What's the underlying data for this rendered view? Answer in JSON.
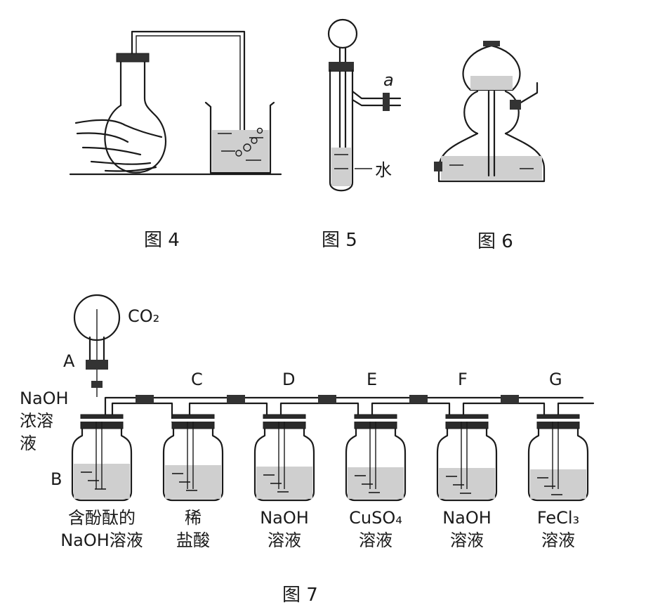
{
  "figures": {
    "fig4": {
      "caption": "图 4"
    },
    "fig5": {
      "caption": "图 5",
      "label_a": "a",
      "label_water": "水"
    },
    "fig6": {
      "caption": "图 6"
    },
    "fig7": {
      "caption": "图 7",
      "co2": "CO₂",
      "label_A": "A",
      "label_B": "B",
      "naoh_conc": [
        "NaOH",
        "浓溶",
        "液"
      ],
      "bottles": [
        {
          "letter": "",
          "line1": "含酚酞的",
          "line2": "NaOH溶液"
        },
        {
          "letter": "C",
          "line1": "稀",
          "line2": "盐酸"
        },
        {
          "letter": "D",
          "line1": "NaOH",
          "line2": "溶液"
        },
        {
          "letter": "E",
          "line1": "CuSO₄",
          "line2": "溶液"
        },
        {
          "letter": "F",
          "line1": "NaOH",
          "line2": "溶液"
        },
        {
          "letter": "G",
          "line1": "FeCl₃",
          "line2": "溶液"
        }
      ]
    }
  },
  "colors": {
    "ink": "#1a1a1a",
    "liquid": "#cfcfcf",
    "background": "#ffffff"
  }
}
